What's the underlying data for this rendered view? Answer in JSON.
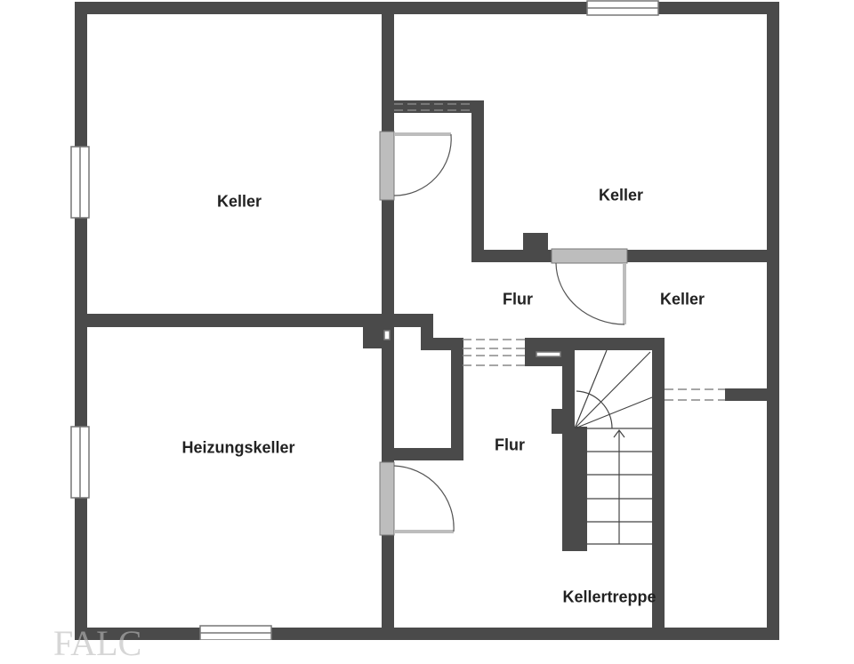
{
  "rooms": [
    {
      "label": "Keller"
    },
    {
      "label": "Keller"
    },
    {
      "label": "Flur"
    },
    {
      "label": "Keller"
    },
    {
      "label": "Heizungskeller"
    },
    {
      "label": "Flur"
    },
    {
      "label": "Kellertreppe"
    }
  ],
  "colors": {
    "wall": "#4a4a4a",
    "door": "#bdbdbd",
    "background": "#ffffff"
  },
  "watermark": "FALC"
}
